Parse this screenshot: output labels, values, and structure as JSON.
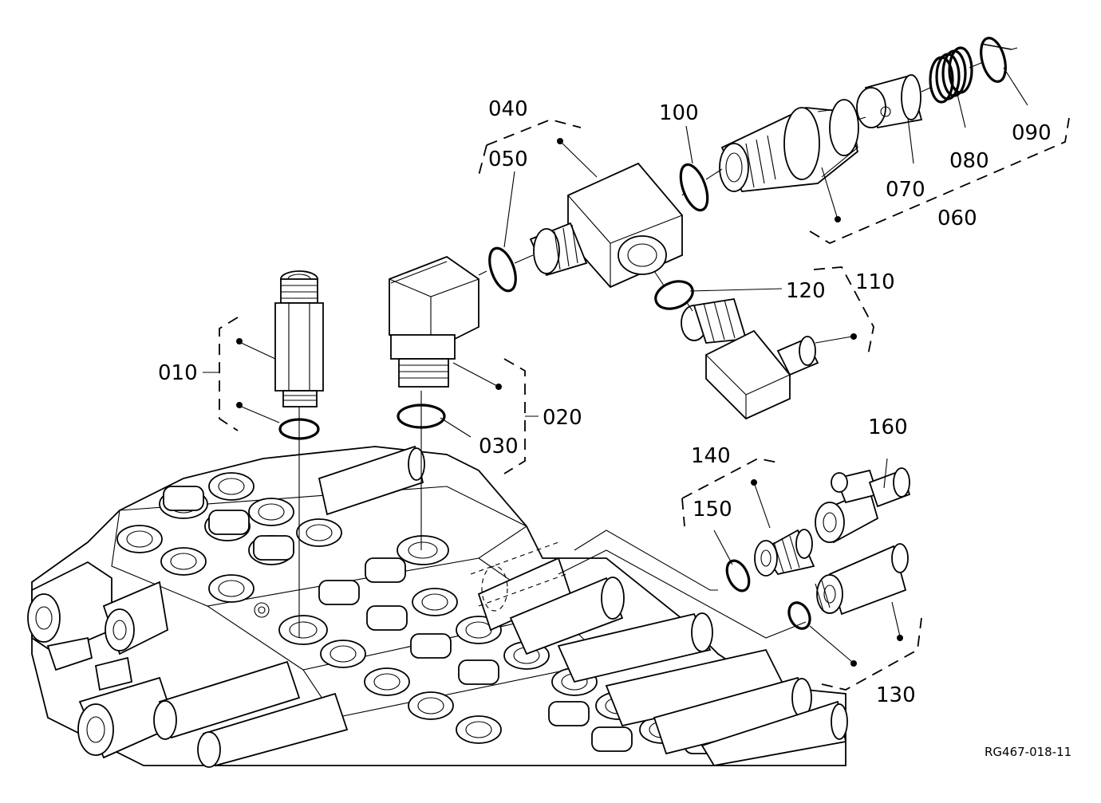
{
  "diagram": {
    "labels": {
      "p010": "010",
      "p020": "020",
      "p030": "030",
      "p040": "040",
      "p050": "050",
      "p060": "060",
      "p070": "070",
      "p080": "080",
      "p090": "090",
      "p100": "100",
      "p110": "110",
      "p120": "120",
      "p130": "130",
      "p140": "140",
      "p150": "150",
      "p160": "160"
    },
    "reference_code": "RG467-018-11"
  }
}
